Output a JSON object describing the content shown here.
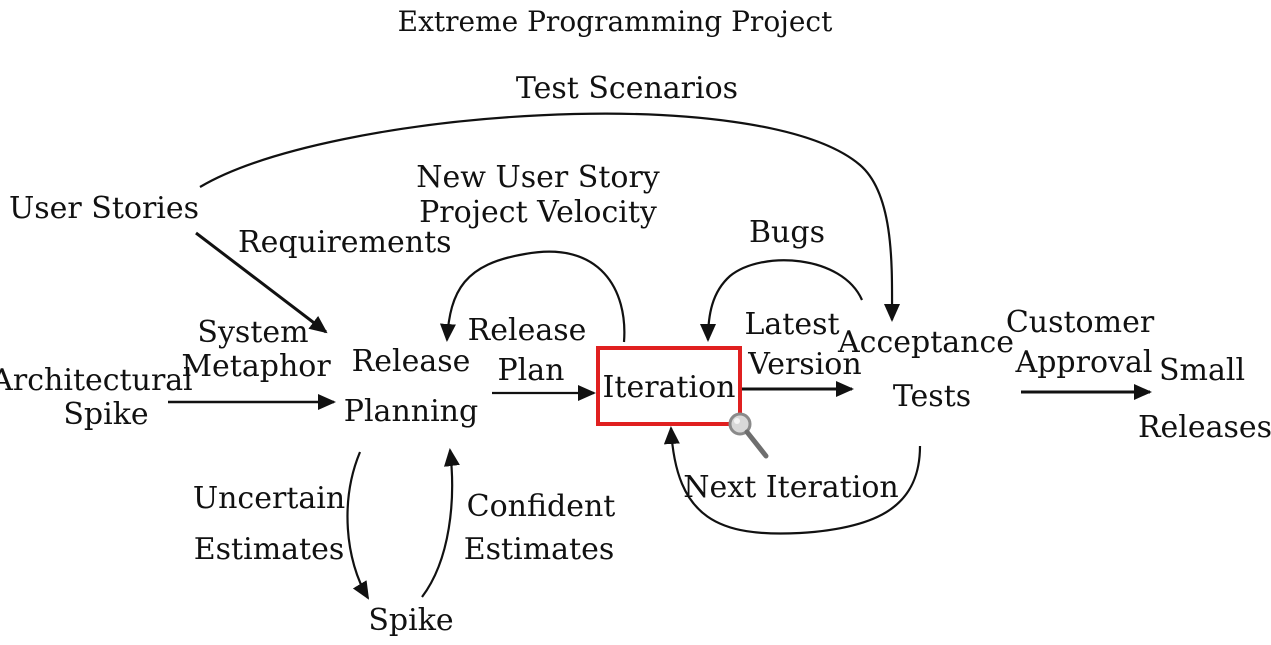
{
  "title": "Extreme Programming Project",
  "nodes": {
    "user_stories": "User Stories",
    "architectural_spike_1": "Architectural",
    "architectural_spike_2": "Spike",
    "release_planning_1": "Release",
    "release_planning_2": "Planning",
    "iteration": "Iteration",
    "acceptance_tests_1": "Acceptance",
    "acceptance_tests_2": "Tests",
    "small_releases_1": "Small",
    "small_releases_2": "Releases",
    "spike": "Spike"
  },
  "edges": {
    "test_scenarios": "Test Scenarios",
    "new_user_story": "New User Story",
    "project_velocity": "Project Velocity",
    "requirements": "Requirements",
    "system_metaphor_1": "System",
    "system_metaphor_2": "Metaphor",
    "release_plan_1": "Release",
    "release_plan_2": "Plan",
    "bugs": "Bugs",
    "latest_version_1": "Latest",
    "latest_version_2": "Version",
    "customer_approval_1": "Customer",
    "customer_approval_2": "Approval",
    "next_iteration": "Next Iteration",
    "uncertain_estimates_1": "Uncertain",
    "uncertain_estimates_2": "Estimates",
    "confident_estimates_1": "Confident",
    "confident_estimates_2": "Estimates"
  },
  "colors": {
    "highlight": "#e02020",
    "ink": "#111111"
  },
  "icons": {
    "magnifier": "magnifier-icon"
  }
}
